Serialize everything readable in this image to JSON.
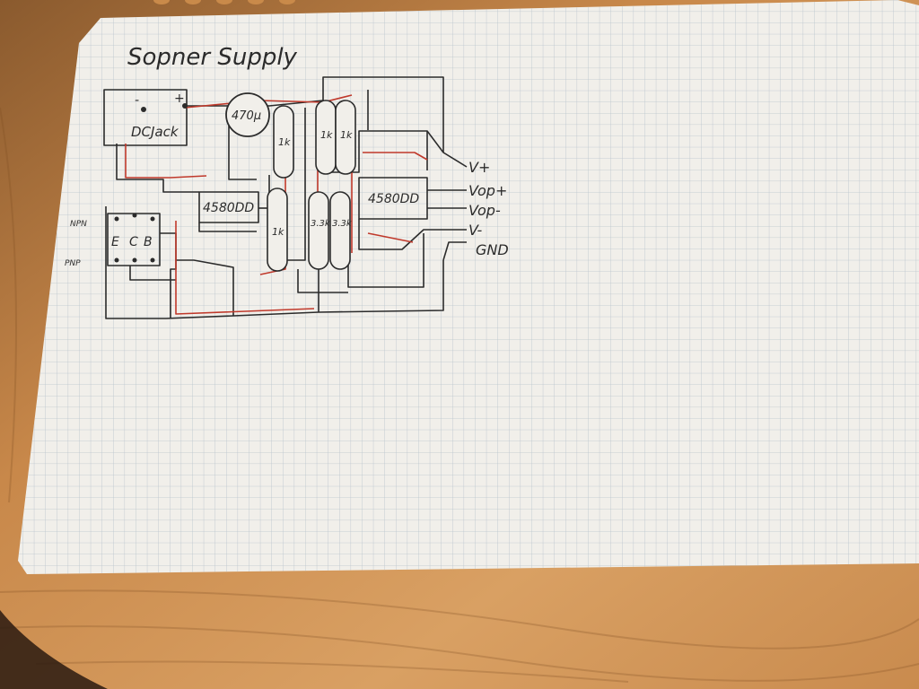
{
  "title": "Sopner Supply",
  "components": {
    "dc_jack_label": "DCJack",
    "dc_jack_minus": "-",
    "dc_jack_plus": "+",
    "capacitor_label": "470μ",
    "regulator_left_label": "4580DD",
    "regulator_right_label": "4580DD",
    "resistor_labels": [
      "1k",
      "1k",
      "1k",
      "1k"
    ],
    "trim_labels": [
      "3.3k",
      "3.3k"
    ],
    "transistor_pin_labels": [
      "E",
      "C",
      "B"
    ],
    "npn_label": "NPN",
    "pnp_label": "PNP"
  },
  "outputs": [
    "V+",
    "Vop+",
    "Vop-",
    "V-",
    "GND"
  ],
  "colors": {
    "wood": "#c98a4a",
    "paper": "#f1efea",
    "grid": "#b9c3cc",
    "ink": "#2b2b2b",
    "red_trace": "#c0392b"
  }
}
